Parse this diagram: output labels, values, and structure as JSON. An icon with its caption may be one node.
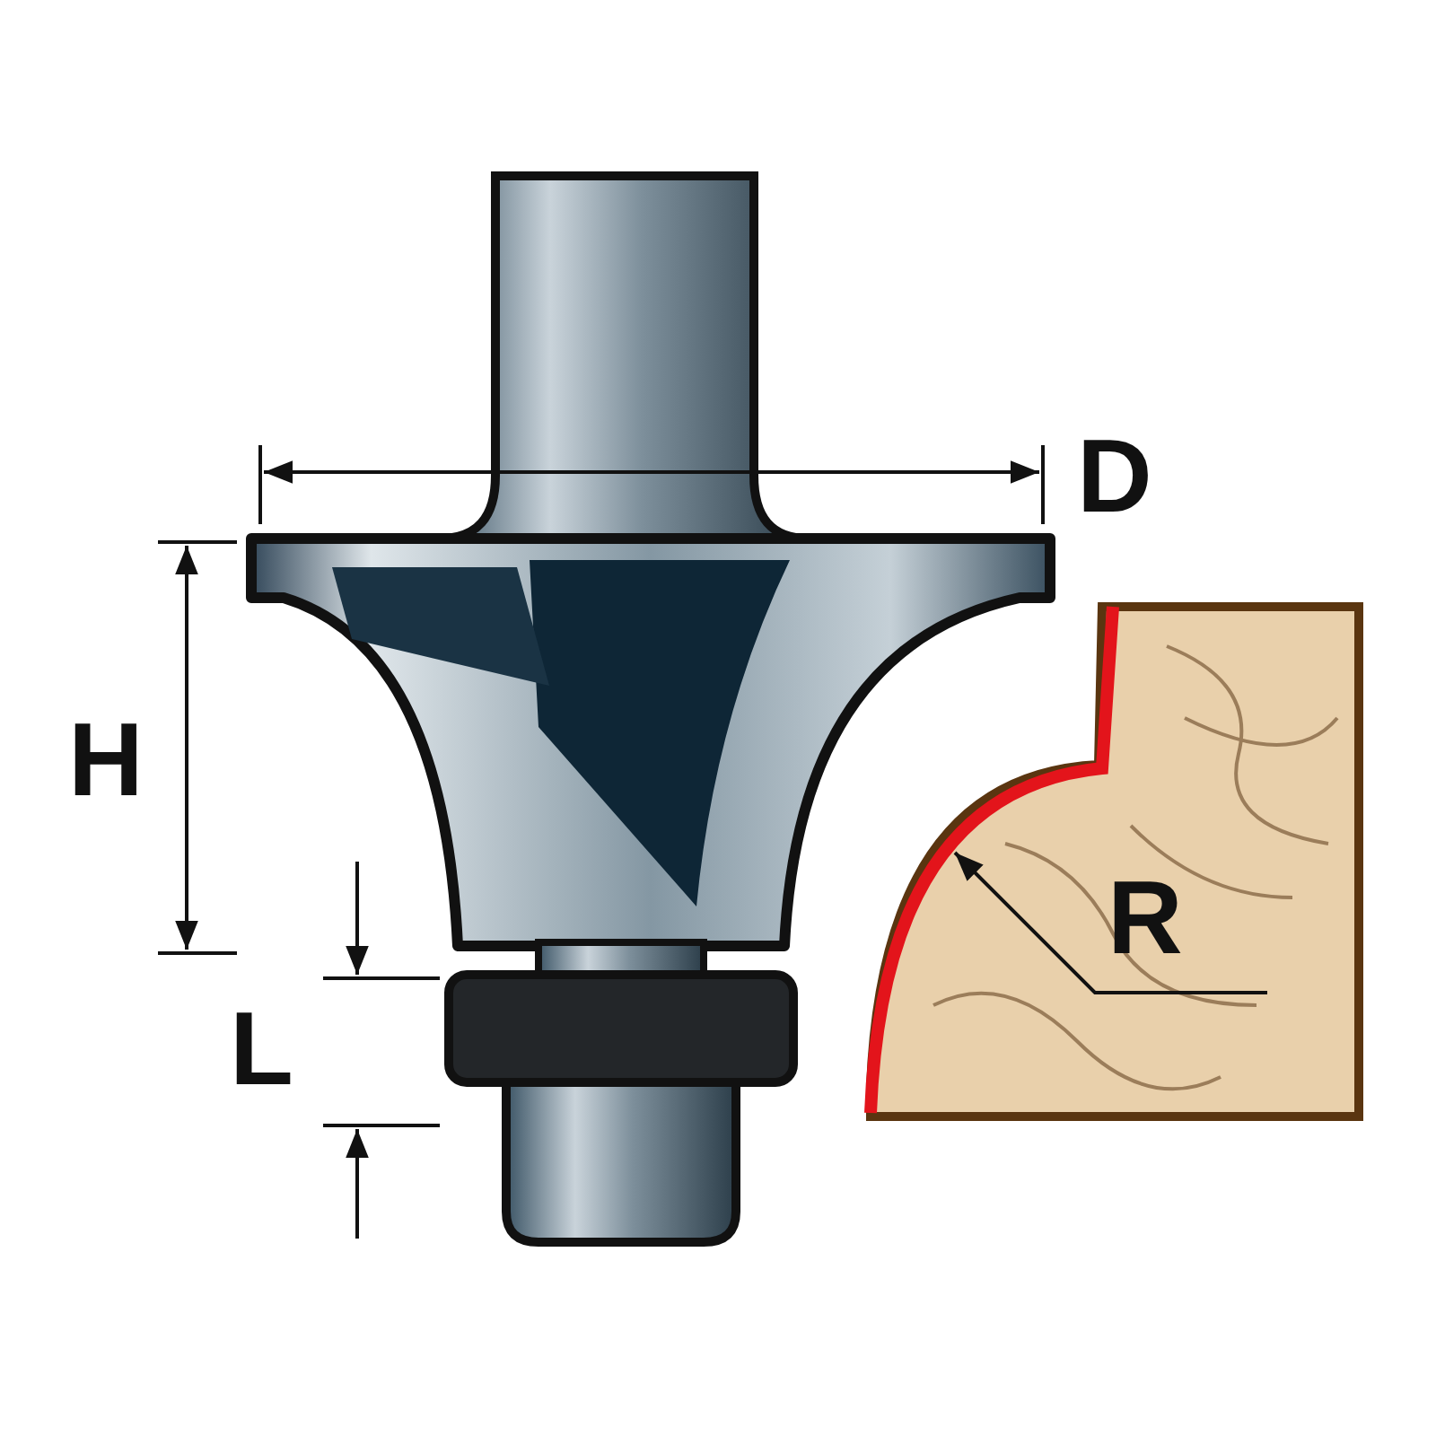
{
  "diagram": {
    "labels": [
      "D",
      "H",
      "R",
      "L"
    ]
  }
}
